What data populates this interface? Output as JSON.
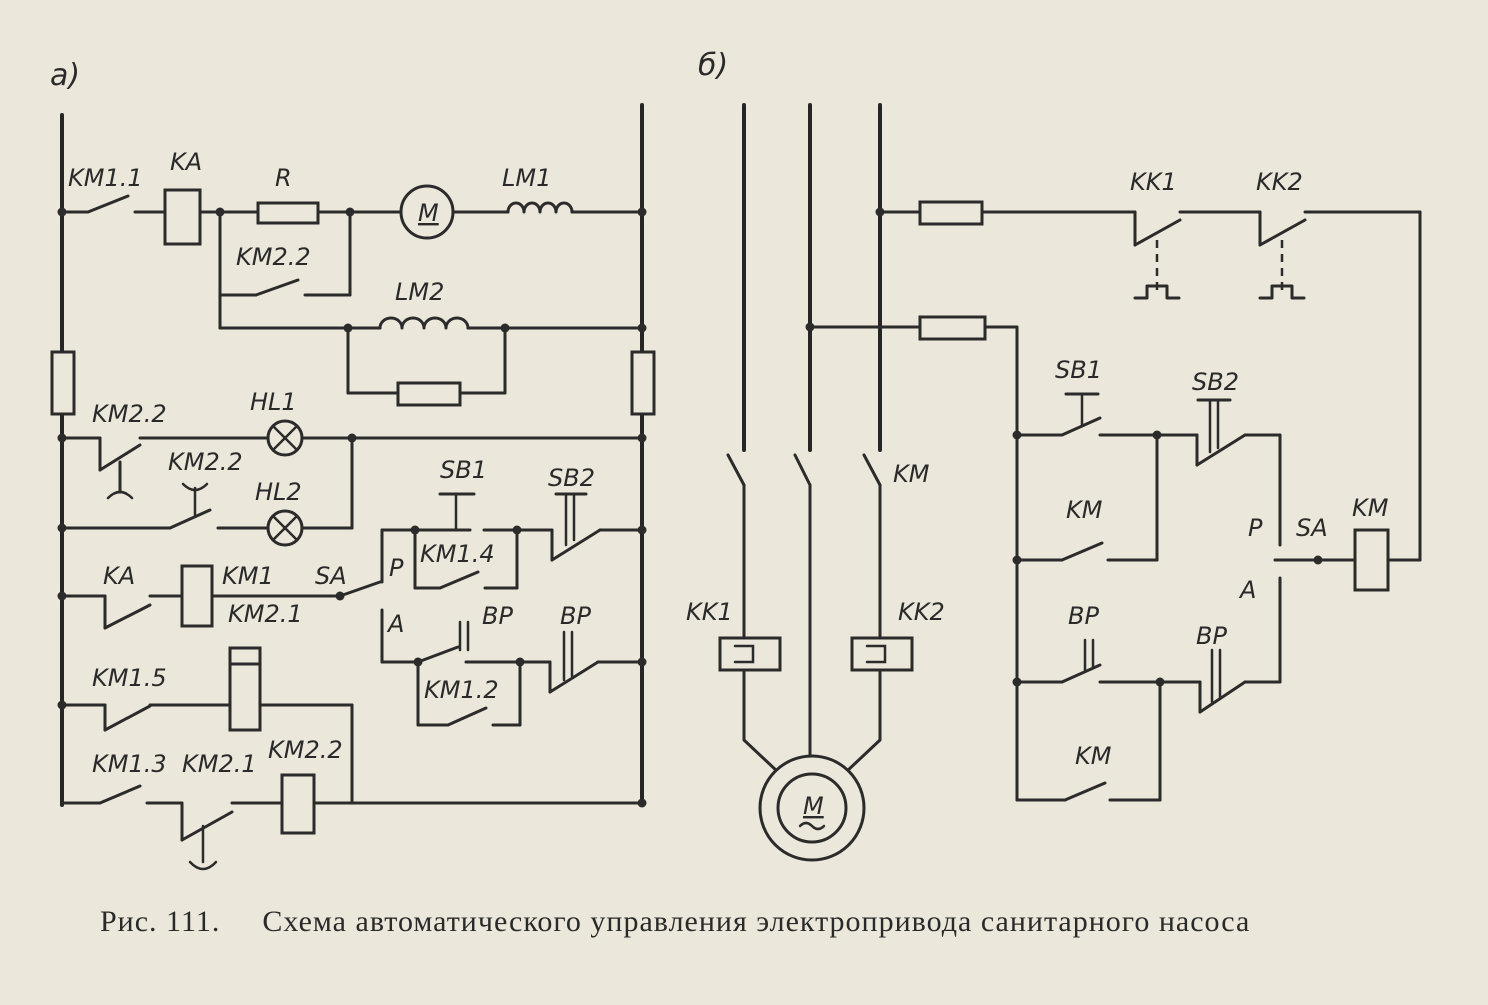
{
  "panel_a": {
    "label": "а)",
    "labels": {
      "km1_1": "KM1.1",
      "ka_top": "KA",
      "r": "R",
      "m": "M",
      "lm1": "LM1",
      "km2_2_a": "KM2.2",
      "lm2": "LM2",
      "km2_2_b": "KM2.2",
      "hl1": "HL1",
      "km2_2_c": "KM2.2",
      "hl2": "HL2",
      "sb1": "SB1",
      "sb2": "SB2",
      "ka": "KA",
      "km1": "KM1",
      "sa": "SA",
      "p": "P",
      "km1_4": "KM1.4",
      "km2_1_a": "KM2.1",
      "a": "A",
      "bp_a": "BP",
      "bp_b": "BP",
      "km1_2": "KM1.2",
      "km1_5": "KM1.5",
      "km1_3": "KM1.3",
      "km2_1_b": "KM2.1",
      "km2_2_d": "KM2.2"
    }
  },
  "panel_b": {
    "label": "б)",
    "labels": {
      "kk1_top": "KK1",
      "kk2_top": "KK2",
      "sb1": "SB1",
      "sb2": "SB2",
      "km_power": "KM",
      "km_hold": "KM",
      "p": "P",
      "sa": "SA",
      "km_coil": "KM",
      "kk1": "KK1",
      "kk2": "KK2",
      "a": "A",
      "bp_a": "BP",
      "bp_b": "BP",
      "km_bottom": "KM",
      "m": "M"
    }
  },
  "caption": {
    "number": "Рис. 111.",
    "text": "Схема автоматического управления электропривода санитарного насоса"
  }
}
